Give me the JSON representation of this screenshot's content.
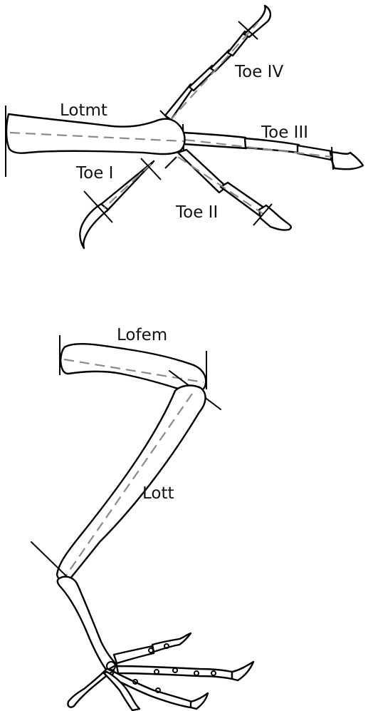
{
  "labels": {
    "lotmt": "Lotmt",
    "toe_iv": "Toe IV",
    "toe_iii": "Toe III",
    "toe_i": "Toe I",
    "toe_ii": "Toe II",
    "lofem": "Lofem",
    "lott": "Lott"
  },
  "colors": {
    "outline": "#000000",
    "measurement_axis": "#8a8a8a",
    "background": "#ffffff"
  }
}
